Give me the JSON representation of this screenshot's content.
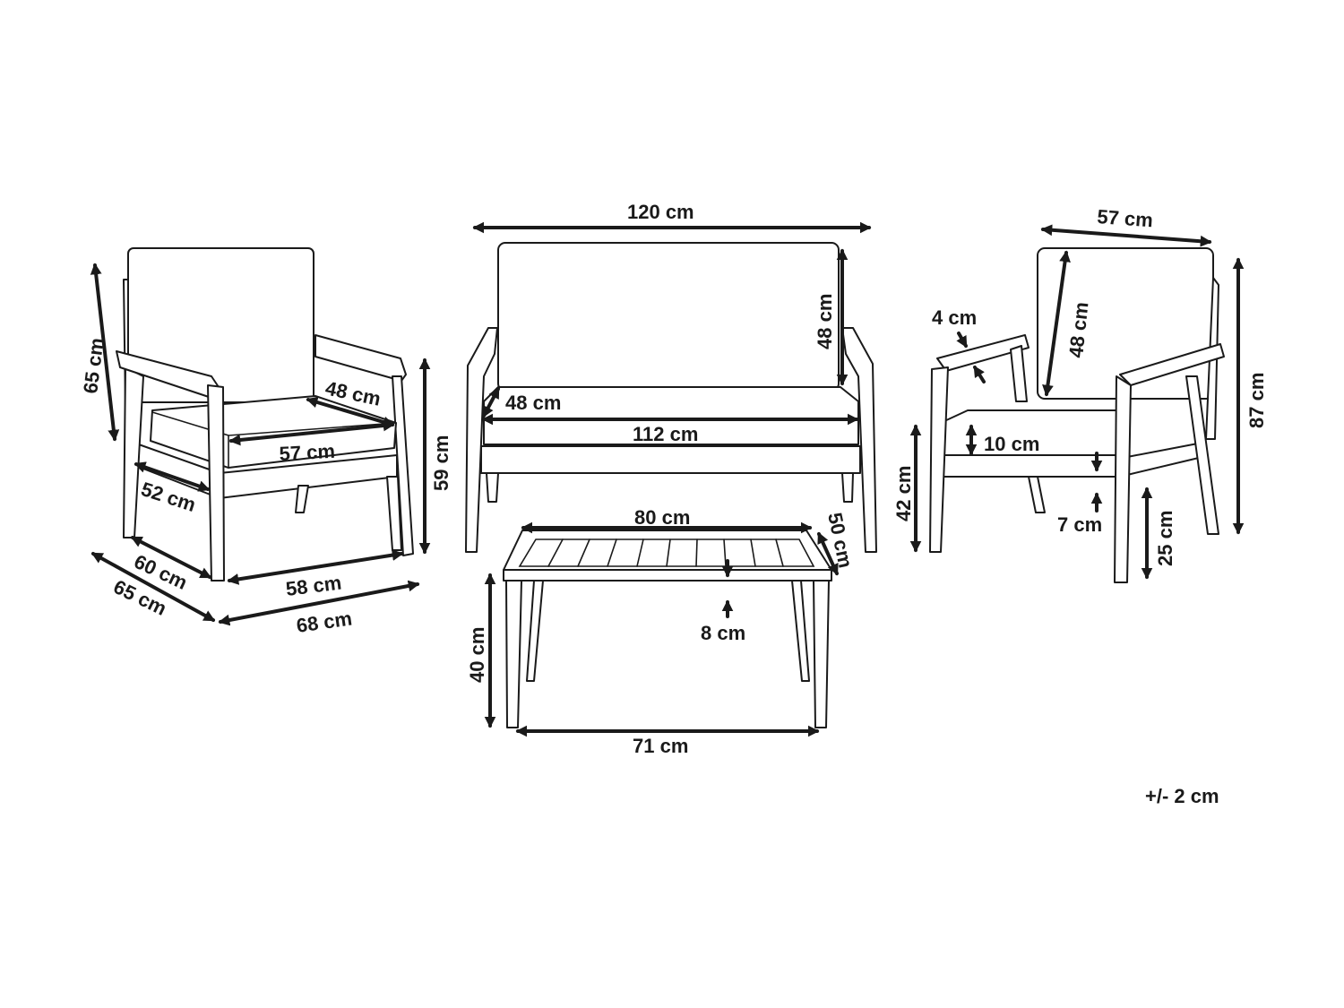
{
  "colors": {
    "line": "#1a1a1a",
    "background": "#ffffff"
  },
  "armchair_left": {
    "height": "65 cm",
    "seat_depth": "48 cm",
    "seat_width": "57 cm",
    "arm_depth": "52 cm",
    "height_arm": "59 cm",
    "base_depth": "60 cm",
    "front_width": "58 cm",
    "total_depth": "65 cm",
    "total_width": "68 cm"
  },
  "sofa": {
    "width": "120 cm",
    "back_height": "48 cm",
    "seat_depth": "48 cm",
    "seat_width": "112 cm"
  },
  "table": {
    "width": "80 cm",
    "depth": "50 cm",
    "top_thickness": "8 cm",
    "height": "40 cm",
    "leg_span": "71 cm"
  },
  "armchair_right": {
    "width": "57 cm",
    "arm_thickness": "4 cm",
    "back_height": "48 cm",
    "cushion_thickness": "10 cm",
    "seat_height": "42 cm",
    "frame_gap": "7 cm",
    "arm_height_low": "25 cm",
    "total_height": "87 cm"
  },
  "tolerance": "+/- 2 cm"
}
